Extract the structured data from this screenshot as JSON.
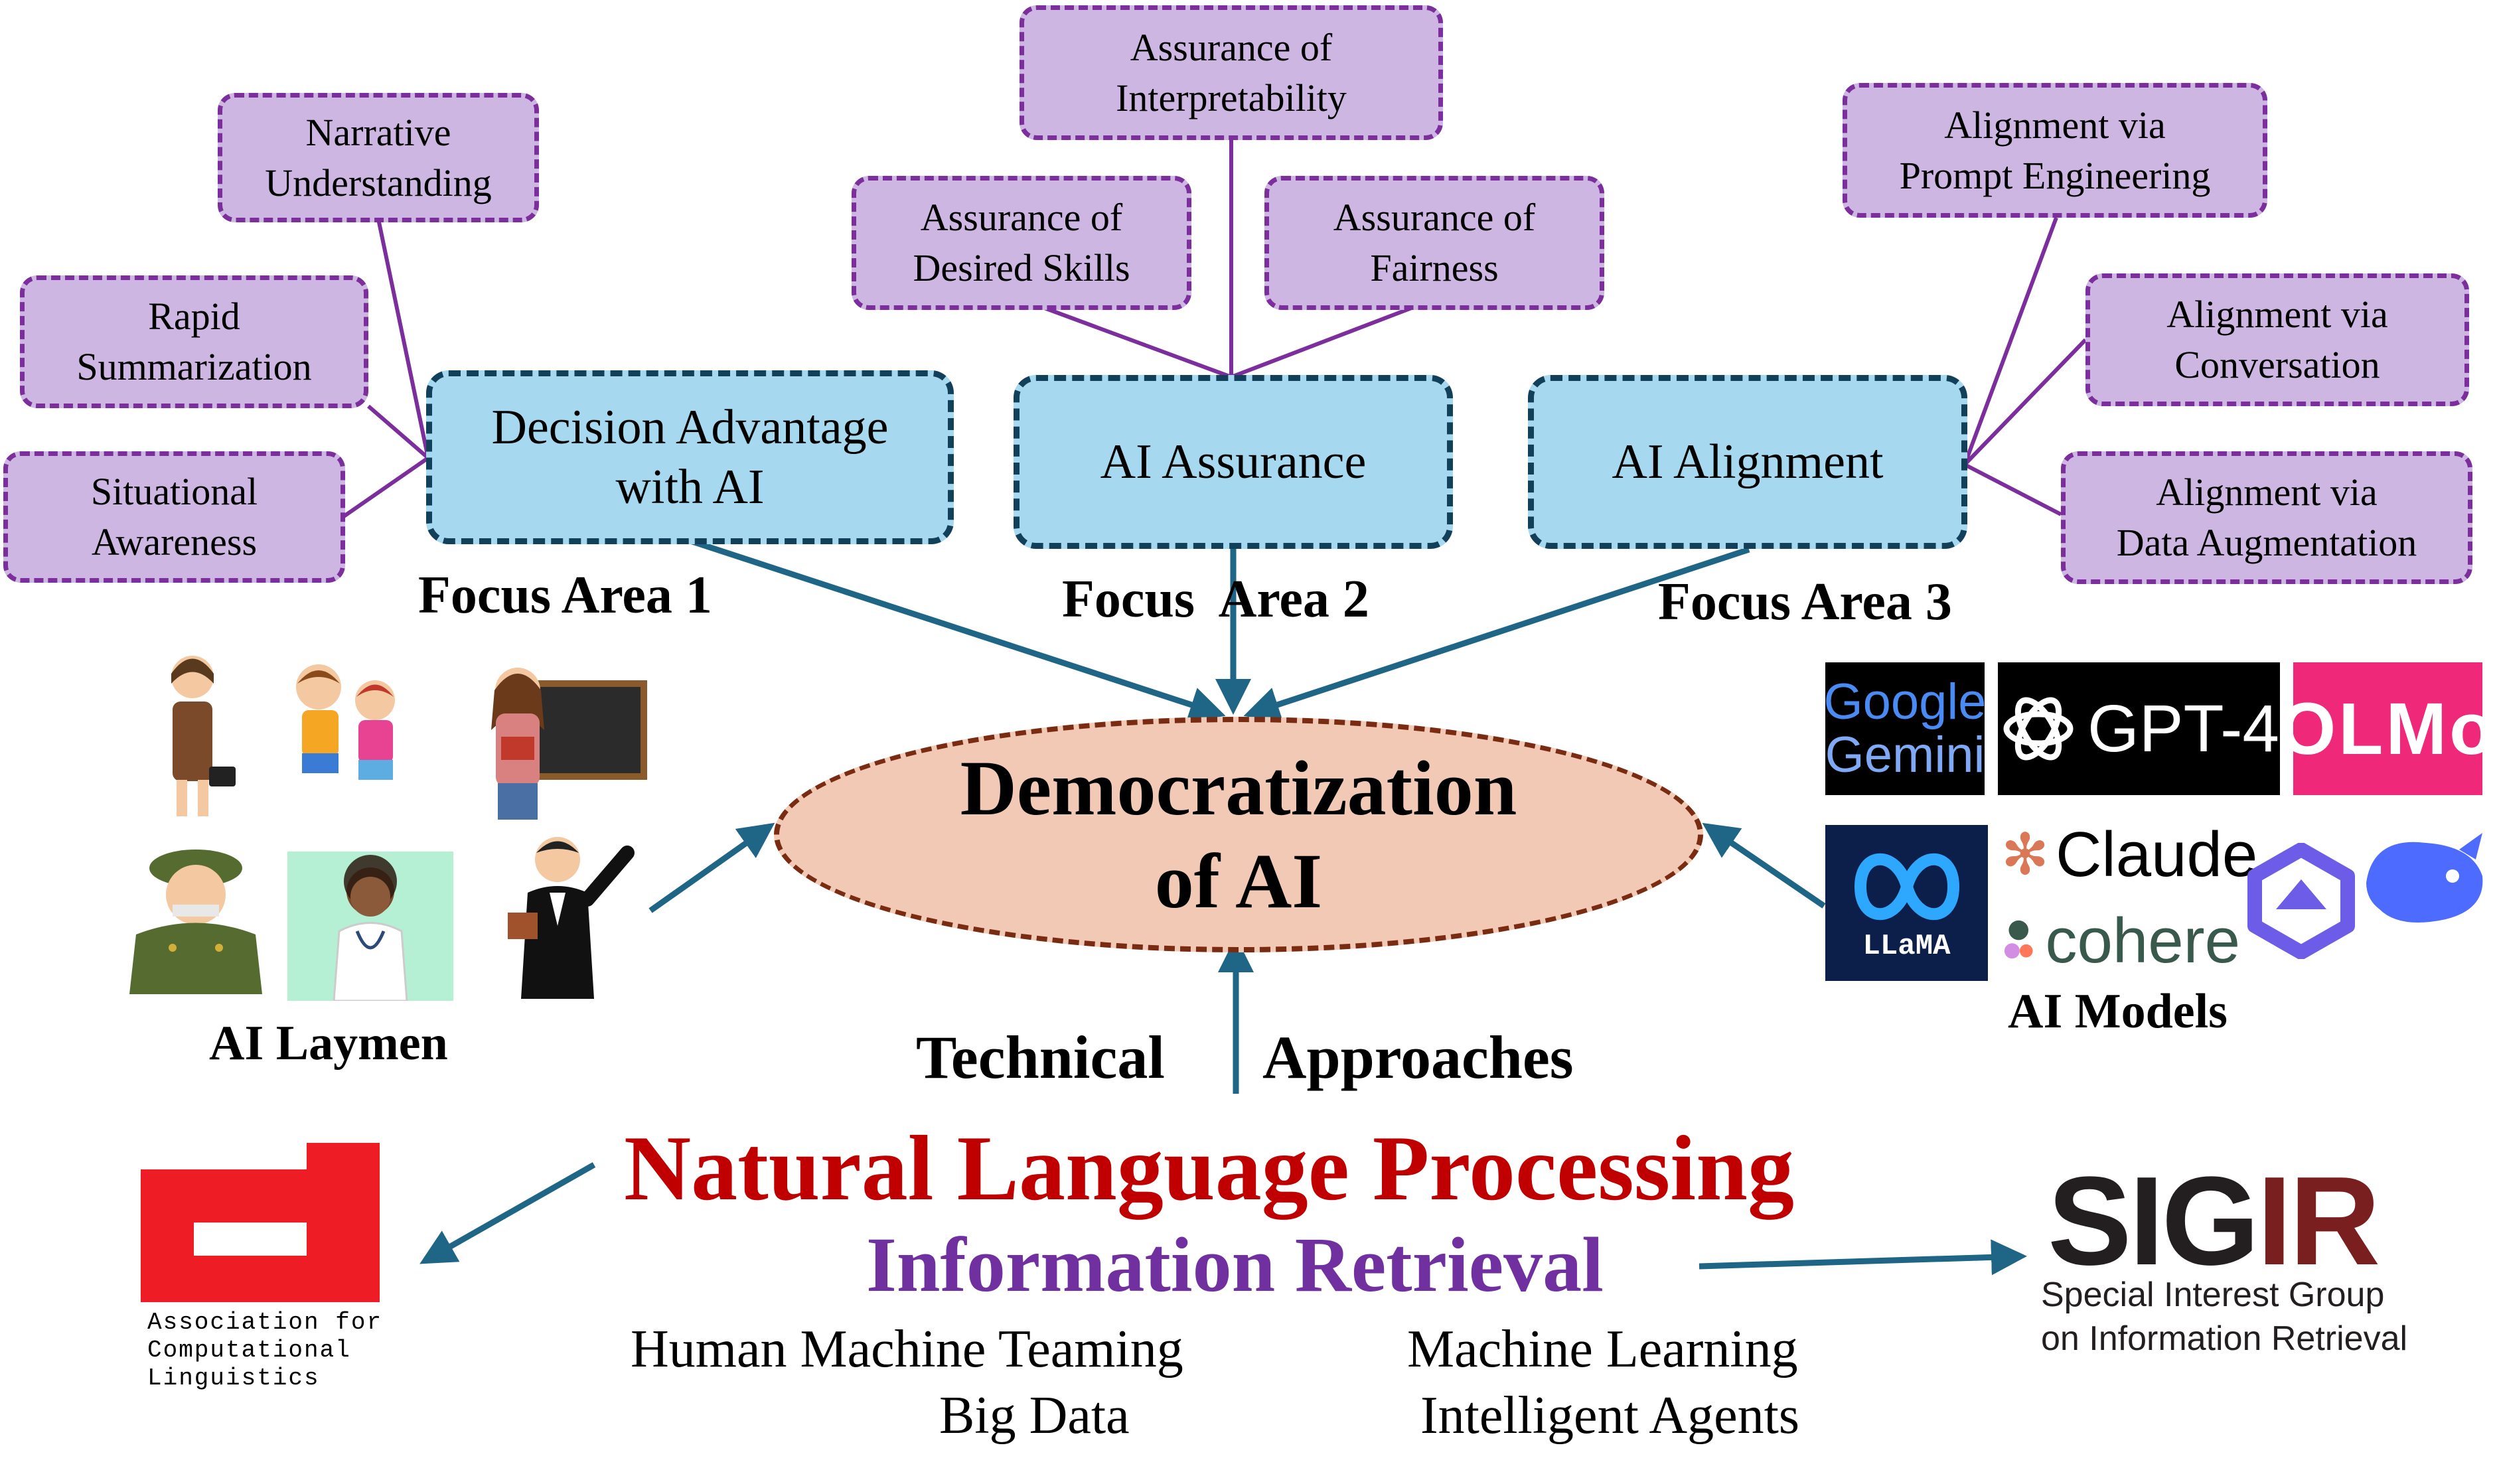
{
  "focus_areas": [
    {
      "title": "Decision Advantage\nwith AI",
      "label": "Focus Area 1",
      "subtopics": [
        "Narrative\nUnderstanding",
        "Rapid\nSummarization",
        "Situational\nAwareness"
      ]
    },
    {
      "title": "AI Assurance",
      "label": "Focus  Area 2",
      "subtopics": [
        "Assurance of\nInterpretability",
        "Assurance of\nDesired Skills",
        "Assurance of\nFairness"
      ]
    },
    {
      "title": "AI Alignment",
      "label": "Focus Area 3",
      "subtopics": [
        "Alignment via\nPrompt Engineering",
        "Alignment via\nConversation",
        "Alignment via\nData Augmentation"
      ]
    }
  ],
  "central": "Democratization\nof AI",
  "laymen_label": "AI Laymen",
  "models_label": "AI Models",
  "technical_approaches": [
    "Technical",
    "Approaches"
  ],
  "nlp": "Natural Language Processing",
  "ir": "Information Retrieval",
  "topics": [
    "Human Machine Teaming",
    "Machine Learning",
    "Big Data",
    "Intelligent Agents"
  ],
  "model_logos": {
    "gemini": [
      "Google",
      "Gemini"
    ],
    "gpt": "GPT-4",
    "olmo": "OLMo",
    "llama": "LLaMA",
    "claude": "Claude",
    "cohere": "cohere"
  },
  "acl": {
    "text": "Association for\nComputational\nLinguistics"
  },
  "sigir": {
    "sig": "SIG",
    "ir": "IR",
    "text": "Special Interest Group\non Information Retrieval"
  },
  "colors": {
    "subtopic_fill": "#cdb6e2",
    "subtopic_border": "#7b2e9c",
    "focus_fill": "#a6d8ef",
    "focus_border": "#123f5a",
    "central_fill": "#f1c9b5",
    "central_border": "#7a2c12",
    "arrow": "#1f6585",
    "nlp": "#c00000",
    "ir": "#7030a0",
    "acl_red": "#ee1c25"
  }
}
